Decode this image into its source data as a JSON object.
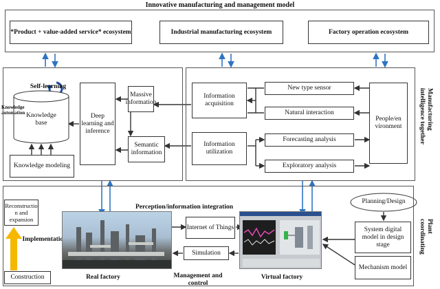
{
  "title": "Innovative manufacturing and management model",
  "ecosystems": {
    "product_service": "*Product + value-added service* ecosystem",
    "industrial": "Industrial manufacturing ecosystem",
    "factory_operation": "Factory operation ecosystem"
  },
  "intelligence": {
    "side_label": "Manufacturing intelligence together",
    "self_learning": "Self-learning",
    "knowledge_automation": "Knowledge automation",
    "knowledge_base": "Knowledge base",
    "knowledge_modeling": "Knowledge modeling",
    "deep_learning": "Deep learning and inference",
    "massive_information": "Massive information",
    "semantic_information": "Semantic information",
    "information_acquisition": "Information acquisition",
    "information_utilization": "Information utilization",
    "new_type_sensor": "New type sensor",
    "natural_interaction": "Natural interaction",
    "forecasting_analysis": "Forecasting analysis",
    "exploratory_analysis": "Exploratory analysis",
    "people_environment": "People/en vironment"
  },
  "plant": {
    "side_label": "Plant coordinating",
    "perception_integration": "Perception/information integration",
    "reconstruction": "Reconstructio n and expansion",
    "implementation": "Implementation",
    "construction": "Construction",
    "internet_of_things": "Internet of Things",
    "simulation": "Simulation",
    "real_factory": "Real factory",
    "virtual_factory": "Virtual factory",
    "management_control": "Management and control",
    "planning_design": "Planning/Design",
    "system_digital_model": "System digital model in design stage",
    "mechanism_model": "Mechanism model"
  },
  "colors": {
    "arrow_blue": "#2e74c2",
    "arrow_dark": "#333333",
    "yellow_arrow": "#f5b800",
    "self_learning_icon": "#1d4fa8"
  }
}
